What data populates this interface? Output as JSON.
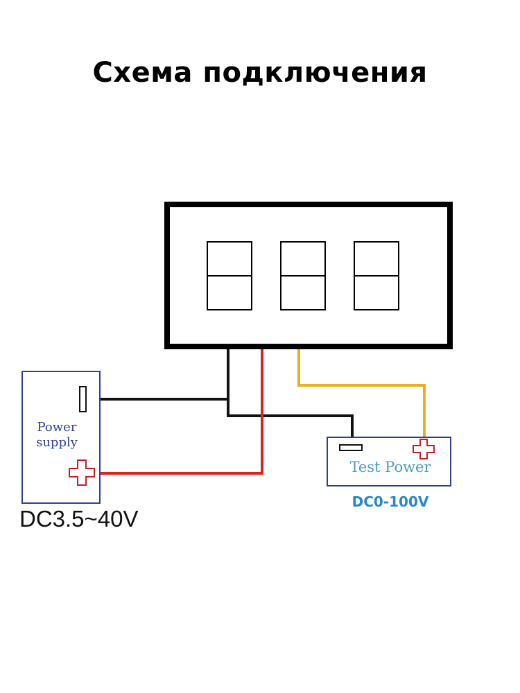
{
  "title": "Схема подключения",
  "display": {
    "digit_count": 3
  },
  "power_supply": {
    "label_line1": "Power",
    "label_line2": "supply",
    "range": "DC3.5~40V"
  },
  "test_power": {
    "label": "Test Power",
    "range": "DC0-100V"
  },
  "colors": {
    "outline": "#000000",
    "box_border": "#2f3f92",
    "wire_black": "#111111",
    "wire_red": "#e02020",
    "wire_yellow": "#e8b020",
    "plus_sign": "#c81e2c",
    "range_blue": "#2a87c6"
  }
}
